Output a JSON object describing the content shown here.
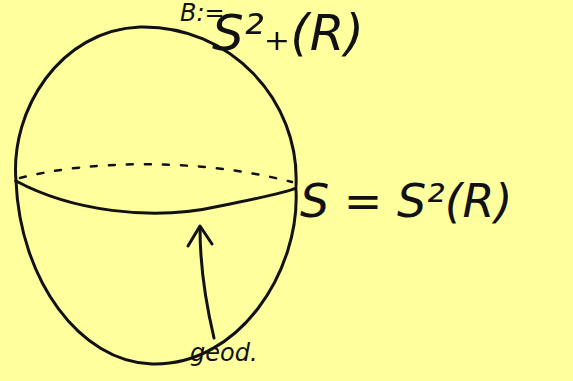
{
  "diagram": {
    "labels": [
      "B:=",
      "S²₊(R)",
      "S = S²(R)",
      "geod."
    ]
  }
}
